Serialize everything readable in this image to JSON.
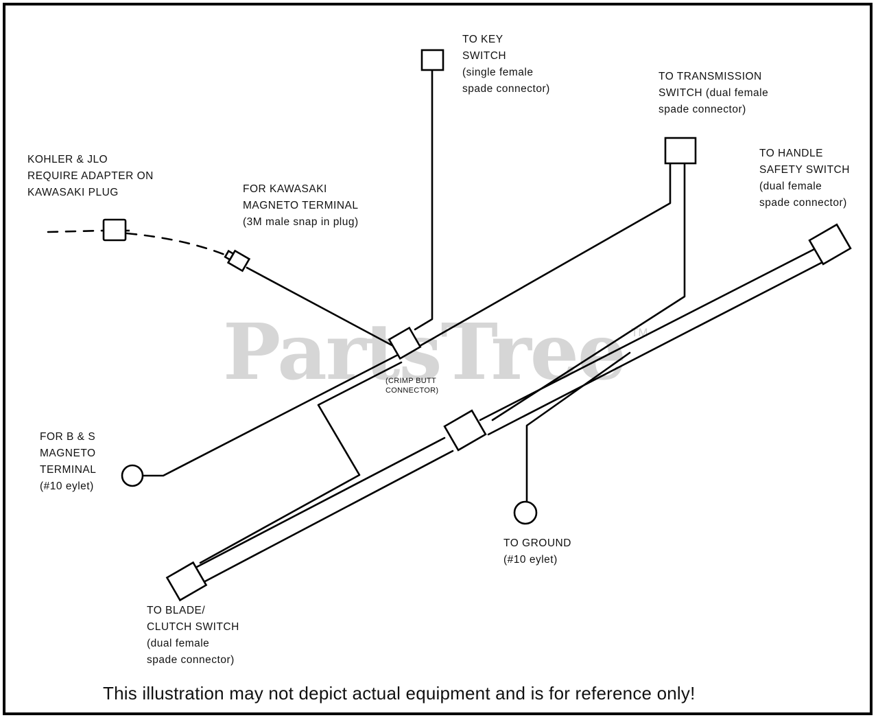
{
  "watermark": {
    "text": "PartsTree",
    "tm": "TM"
  },
  "labels": {
    "key_switch": [
      "TO KEY",
      "SWITCH",
      "(single female",
      "spade connector)"
    ],
    "transmission_switch": [
      "TO TRANSMISSION",
      "SWITCH (dual female",
      "spade connector)"
    ],
    "kohler_jlo": [
      "KOHLER & JLO",
      "REQUIRE ADAPTER ON",
      "KAWASAKI PLUG"
    ],
    "kawasaki": [
      "FOR KAWASAKI",
      "MAGNETO TERMINAL",
      "(3M male snap in plug)"
    ],
    "handle_safety": [
      "TO HANDLE",
      "SAFETY SWITCH",
      "(dual female",
      "spade connector)"
    ],
    "crimp_butt": [
      "(CRIMP BUTT",
      "CONNECTOR)"
    ],
    "bs_magneto": [
      "FOR B & S",
      "MAGNETO",
      "TERMINAL",
      "(#10 eylet)"
    ],
    "ground": [
      "TO GROUND",
      "(#10 eylet)"
    ],
    "blade_clutch": [
      "TO BLADE/",
      "CLUTCH SWITCH",
      "(dual female",
      "spade connector)"
    ]
  },
  "disclaimer": "This illustration may not depict actual equipment and is for reference only!"
}
